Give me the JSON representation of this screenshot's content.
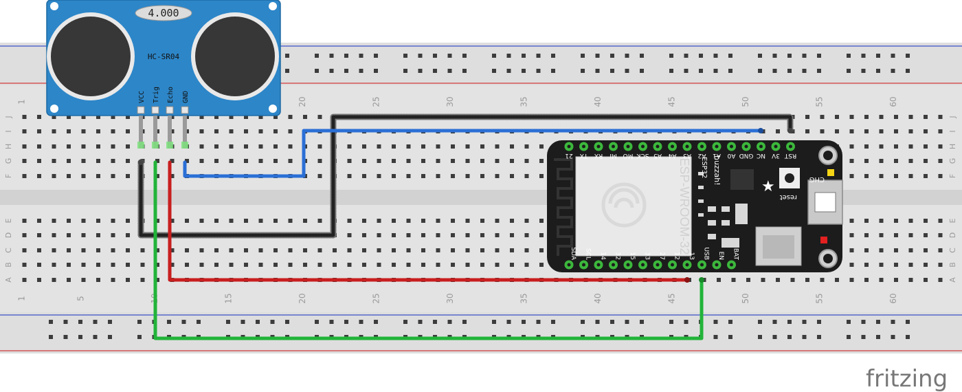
{
  "breadboard": {
    "column_numbers": [
      "1",
      "5",
      "10",
      "15",
      "20",
      "25",
      "30",
      "35",
      "40",
      "45",
      "50",
      "55",
      "60"
    ],
    "row_letters_top": [
      "J",
      "I",
      "H",
      "G",
      "F"
    ],
    "row_letters_bottom": [
      "E",
      "D",
      "C",
      "B",
      "A"
    ],
    "colors": {
      "board": "#e3e3e3",
      "hole": "#3c3c3c",
      "rail_red": "#d43c3c",
      "rail_blue": "#3c52c8"
    }
  },
  "sensor": {
    "display": "4.000",
    "model": "HC-SR04",
    "pins": [
      "VCC",
      "Trig",
      "Echo",
      "GND"
    ],
    "color": "#2d86c8"
  },
  "board": {
    "module_label": "ESP-WROOM-32",
    "brand": "huzzah!",
    "chip": "ESP32",
    "reset_label": "reset",
    "chg_label": "CHG",
    "top_pins": [
      "21",
      "TX",
      "RX",
      "MI",
      "MO",
      "SCK",
      "A5",
      "A4",
      "A3",
      "A2",
      "A1",
      "A0",
      "GND",
      "NC",
      "3V",
      "RST"
    ],
    "bottom_pins": [
      "SDA",
      "SCL",
      "14",
      "32",
      "15",
      "33",
      "27",
      "12",
      "13",
      "USB",
      "EN",
      "BAT"
    ],
    "color": "#1c1c1c"
  },
  "wires": {
    "colors": {
      "black": "#222222",
      "blue": "#2b6fd6",
      "red": "#c81e1e",
      "green": "#22b43a"
    }
  },
  "watermark": "fritzing"
}
